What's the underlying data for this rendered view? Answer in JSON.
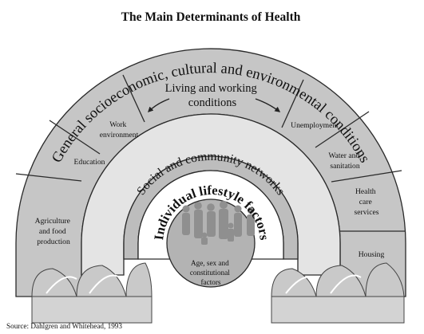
{
  "title": "The Main Determinants of Health",
  "layers": {
    "outer": "General socioeconomic, cultural and environmental conditions",
    "living": [
      "Living and working",
      "conditions"
    ],
    "community": "Social and community networks",
    "individual": "Individual lifestyle factors",
    "core": [
      "Age, sex and",
      "constitutional",
      "factors"
    ]
  },
  "segments": {
    "agriculture": [
      "Agriculture",
      "and food",
      "production"
    ],
    "education": [
      "Education"
    ],
    "work": [
      "Work",
      "environment"
    ],
    "unemployment": [
      "Unemployment"
    ],
    "water": [
      "Water and",
      "sanitation"
    ],
    "health_care": [
      "Health",
      "care",
      "services"
    ],
    "housing": [
      "Housing"
    ]
  },
  "source": "Source: Dahlgren and Whitehead, 1993",
  "colors": {
    "outer_band": "#c6c6c6",
    "living_band": "#e4e4e4",
    "community_band": "#bdbdbd",
    "individual_band": "#ffffff",
    "core_disk": "#b3b3b3",
    "silhouettes": "#8f8f8f",
    "outline": "#2a2a2a"
  }
}
